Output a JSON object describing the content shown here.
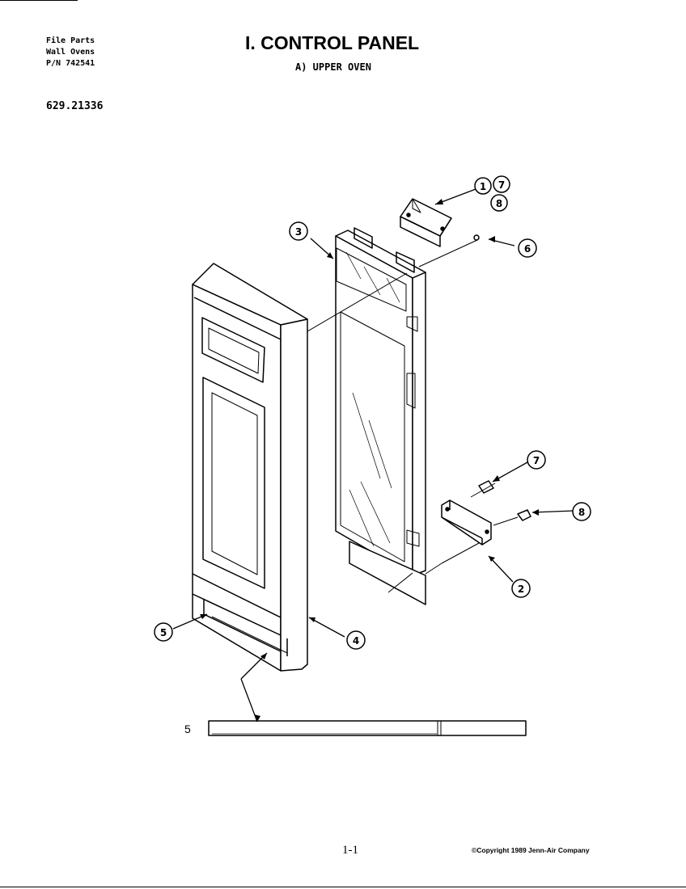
{
  "header": {
    "line1": "File Parts",
    "line2": "Wall Ovens",
    "line3": "P/N 742541",
    "model": "629.21336",
    "title": "I. CONTROL PANEL",
    "subtitle": "A)  UPPER OVEN"
  },
  "callouts": {
    "c1": "1",
    "c7a": "7",
    "c8a": "8",
    "c3": "3",
    "c6": "6",
    "c7b": "7",
    "c8b": "8",
    "c2": "2",
    "c5": "5",
    "c4": "4"
  },
  "strip_label": "5",
  "footer": {
    "page": "1-1",
    "copyright": "©Copyright 1989 Jenn-Air Company"
  }
}
